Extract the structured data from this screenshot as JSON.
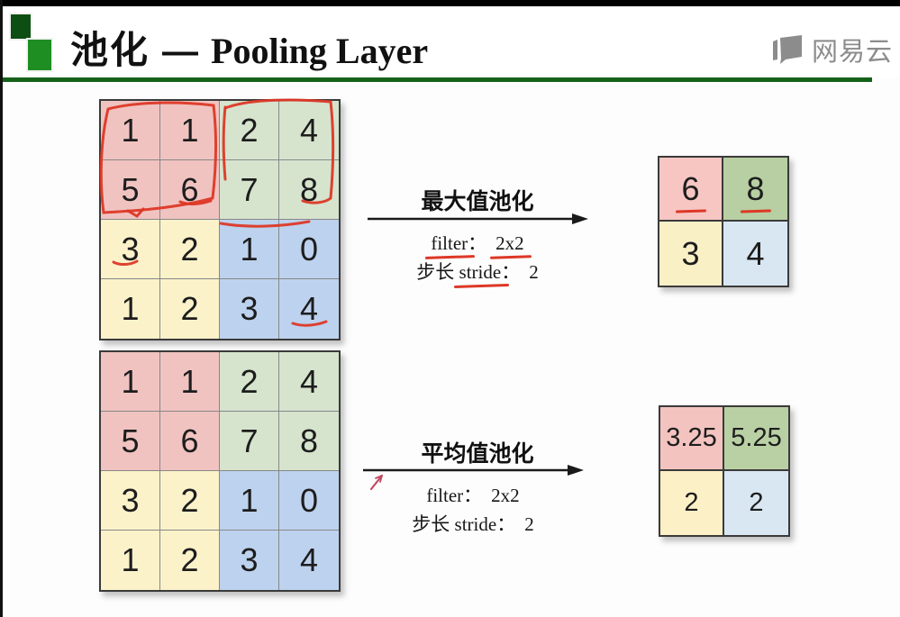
{
  "slide": {
    "title_zh": "池化",
    "title_dash": "—",
    "title_en": "Pooling Layer",
    "watermark_text": "网易云",
    "colors": {
      "rule_green": "#15611a",
      "logo_dark_green": "#0d4f12",
      "logo_green": "#1e8e22",
      "annotation_red": "#dd3826",
      "watermark_gray": "#8c8c8c",
      "arrow_black": "#1a1a1a"
    }
  },
  "input_matrix": {
    "values": [
      [
        1,
        1,
        2,
        4
      ],
      [
        5,
        6,
        7,
        8
      ],
      [
        3,
        2,
        1,
        0
      ],
      [
        1,
        2,
        3,
        4
      ]
    ],
    "quadrant_colors": [
      "#f0c3c1",
      "#d6e4ce",
      "#fbf2ca",
      "#bdd2ee"
    ]
  },
  "max_pool": {
    "title": "最大值池化",
    "filter_word": "filter",
    "colon": "：",
    "filter_value": "2x2",
    "stride_zh": "步长",
    "stride_word": "stride",
    "stride_value": "2",
    "result": {
      "values": [
        [
          "6",
          "8"
        ],
        [
          "3",
          "4"
        ]
      ],
      "underline": [
        [
          true,
          true
        ],
        [
          false,
          false
        ]
      ],
      "quadrant_colors": [
        "#f7c6c3",
        "#b7cfa2",
        "#faf0c6",
        "#d8e7f2"
      ]
    }
  },
  "avg_pool": {
    "title": "平均值池化",
    "filter_word": "filter",
    "colon": "：",
    "filter_value": "2x2",
    "stride_zh": "步长",
    "stride_word": "stride",
    "stride_value": "2",
    "result": {
      "values": [
        [
          "3.25",
          "5.25"
        ],
        [
          "2",
          "2"
        ]
      ],
      "underline": [
        [
          false,
          false
        ],
        [
          false,
          false
        ]
      ],
      "quadrant_colors": [
        "#f3c3c0",
        "#b9d0a4",
        "#fbf0c6",
        "#d8e7f2"
      ]
    }
  },
  "annotations": {
    "color": "#dd3826",
    "items": [
      "box-around-top-left-quadrant",
      "box-around-top-right-quadrant",
      "underline-6",
      "underline-8",
      "underline-3",
      "underline-4",
      "underline-result-6",
      "underline-result-8",
      "pen-cursor"
    ]
  }
}
